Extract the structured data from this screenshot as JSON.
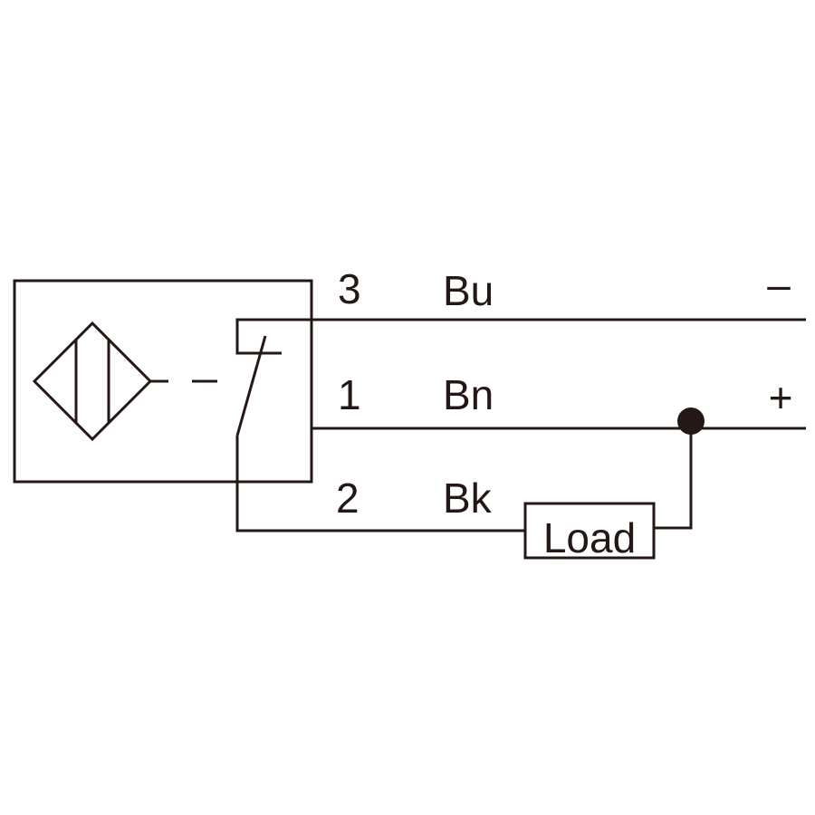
{
  "wires": [
    {
      "pin": "3",
      "color_code": "Bu",
      "polarity": "–"
    },
    {
      "pin": "1",
      "color_code": "Bn",
      "polarity": "+"
    },
    {
      "pin": "2",
      "color_code": "Bk",
      "polarity": ""
    }
  ],
  "load": {
    "label": "Load"
  },
  "line_color": "#231815",
  "background_color": "#ffffff"
}
